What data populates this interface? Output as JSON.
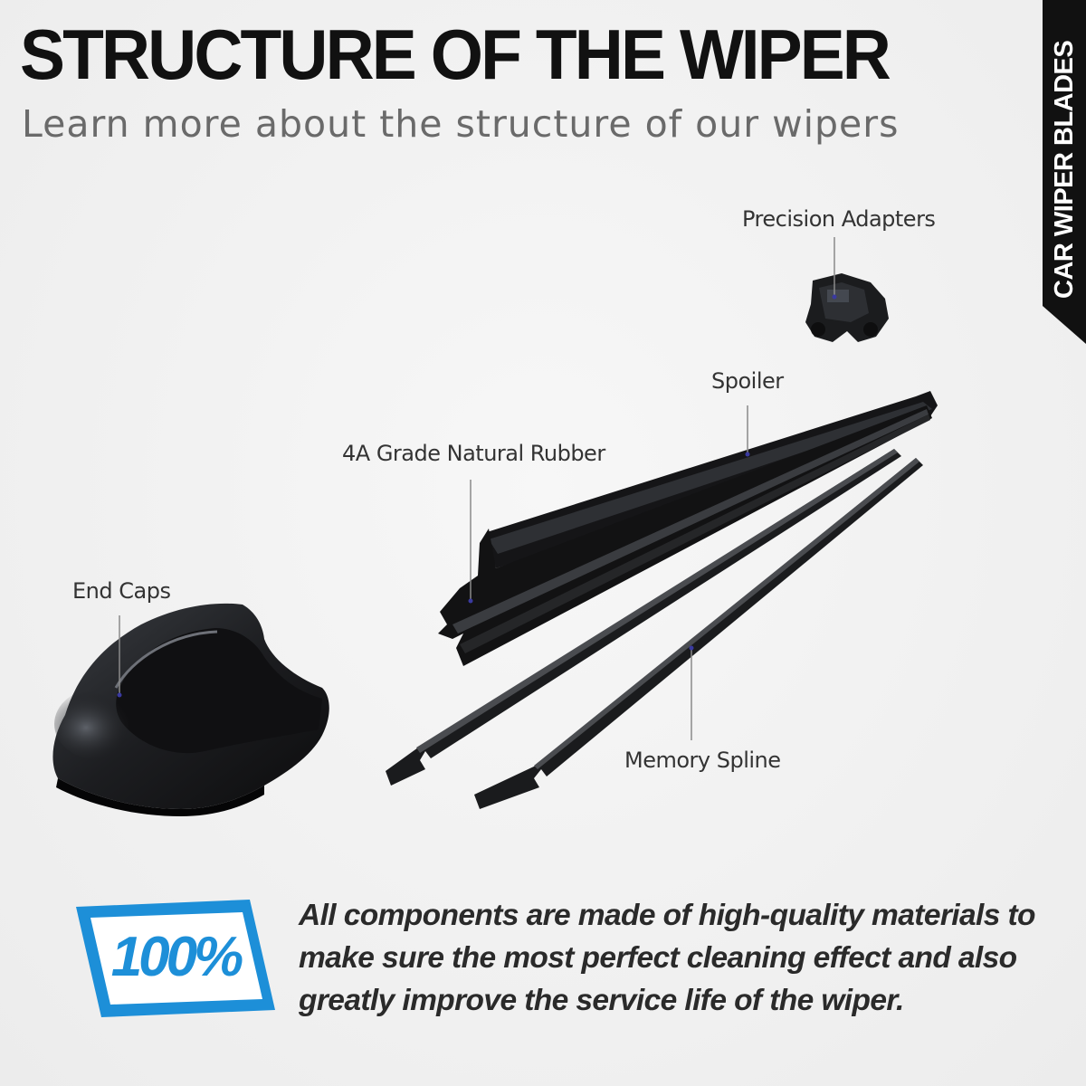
{
  "header": {
    "title": "STRUCTURE OF THE WIPER",
    "subtitle": "Learn more about the structure of our wipers"
  },
  "side_tab": {
    "text": "CAR WIPER BLADES",
    "color": "#111111"
  },
  "components": {
    "precision_adapters": "Precision Adapters",
    "spoiler": "Spoiler",
    "rubber": "4A Grade Natural Rubber",
    "end_caps": "End Caps",
    "memory_spline": "Memory Spline"
  },
  "badge": {
    "text": "100%",
    "color": "#1d8fd8"
  },
  "description": "All components are made of high-quality materials to make sure the most perfect cleaning effect and also greatly improve the service life of the wiper."
}
